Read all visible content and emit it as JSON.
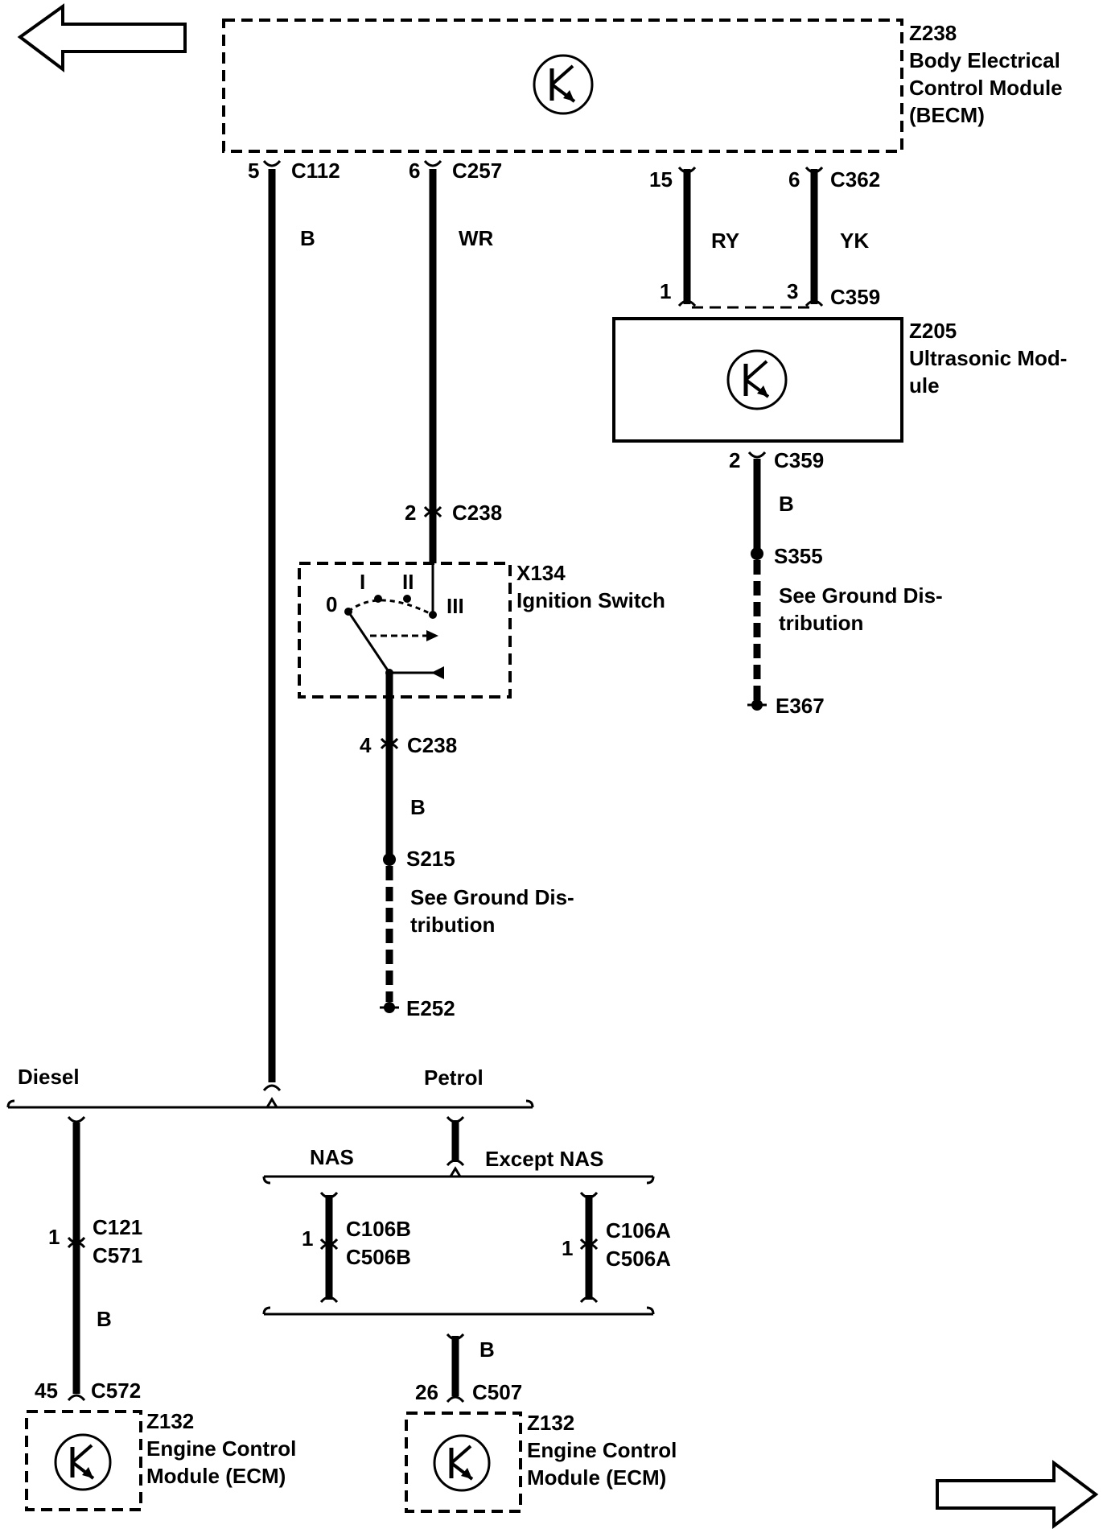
{
  "nav": {
    "prev_icon": "left-arrow-icon",
    "next_icon": "right-arrow-icon"
  },
  "becm": {
    "id": "Z238",
    "name_line1": "Body Electrical",
    "name_line2": "Control Module",
    "name_line3": "(BECM)"
  },
  "ultrasonic": {
    "id": "Z205",
    "name_line1": "Ultrasonic Mod-",
    "name_line2": "ule"
  },
  "ignition": {
    "id": "X134",
    "name": "Ignition Switch",
    "pos0": "0",
    "pos1": "I",
    "pos2": "II",
    "pos3": "III"
  },
  "ecm_diesel": {
    "id": "Z132",
    "name_line1": "Engine Control",
    "name_line2": "Module (ECM)"
  },
  "ecm_petrol": {
    "id": "Z132",
    "name_line1": "Engine Control",
    "name_line2": "Module (ECM)"
  },
  "wires": {
    "c112": {
      "pin": "5",
      "connector": "C112",
      "color": "B"
    },
    "c257": {
      "pin": "6",
      "connector": "C257",
      "color": "WR"
    },
    "c362_left": {
      "pin": "15"
    },
    "c362_right": {
      "pin": "6",
      "connector": "C362"
    },
    "ry": {
      "color": "RY"
    },
    "yk": {
      "color": "YK"
    },
    "c359_top_left": {
      "pin": "1"
    },
    "c359_top_right": {
      "pin": "3",
      "connector": "C359"
    },
    "c359_bottom": {
      "pin": "2",
      "connector": "C359",
      "color": "B"
    },
    "s355": {
      "splice": "S355",
      "note_line1": "See Ground Dis-",
      "note_line2": "tribution",
      "ground": "E367"
    },
    "c238_top": {
      "pin": "2",
      "connector": "C238"
    },
    "c238_bottom": {
      "pin": "4",
      "connector": "C238",
      "color": "B"
    },
    "s215": {
      "splice": "S215",
      "note_line1": "See Ground Dis-",
      "note_line2": "tribution",
      "ground": "E252"
    }
  },
  "branches": {
    "diesel": "Diesel",
    "petrol": "Petrol",
    "nas": "NAS",
    "except_nas": "Except NAS"
  },
  "diesel_path": {
    "pin": "1",
    "connector1": "C121",
    "connector2": "C571",
    "color": "B",
    "ecm_pin": "45",
    "ecm_connector": "C572"
  },
  "nas_path": {
    "pin": "1",
    "connector1": "C106B",
    "connector2": "C506B"
  },
  "except_nas_path": {
    "pin": "1",
    "connector1": "C106A",
    "connector2": "C506A"
  },
  "petrol_path": {
    "color": "B",
    "ecm_pin": "26",
    "ecm_connector": "C507"
  }
}
